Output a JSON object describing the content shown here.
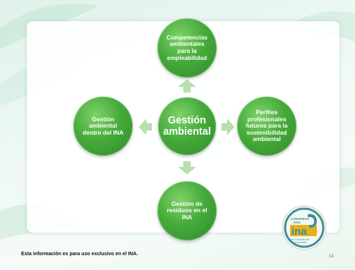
{
  "diagram": {
    "center": "Gestión\nambiental",
    "top": "Competencias\nambientales\npara la\nempleabilidad",
    "left": "Gestión\nambiental\ndentro del INA",
    "right": "Perfiles\nprofesionales\nfuturos para la\nsostenibilidad\nambiental",
    "bottom": "Gestión de\nresiduos en el\nINA"
  },
  "footer": {
    "note": "Esta información es para uso exclusivo en el INA.",
    "page_number": "13"
  },
  "logo": {
    "text": "ina",
    "caption_top": "CONGRESO 2011",
    "caption_side": "en la Sociedad del Conocimiento"
  },
  "colors": {
    "node_green": "#46ab3a",
    "arrow_green": "#b9dfae",
    "logo_gold": "#e2b21f",
    "logo_teal": "#3f8f97"
  }
}
